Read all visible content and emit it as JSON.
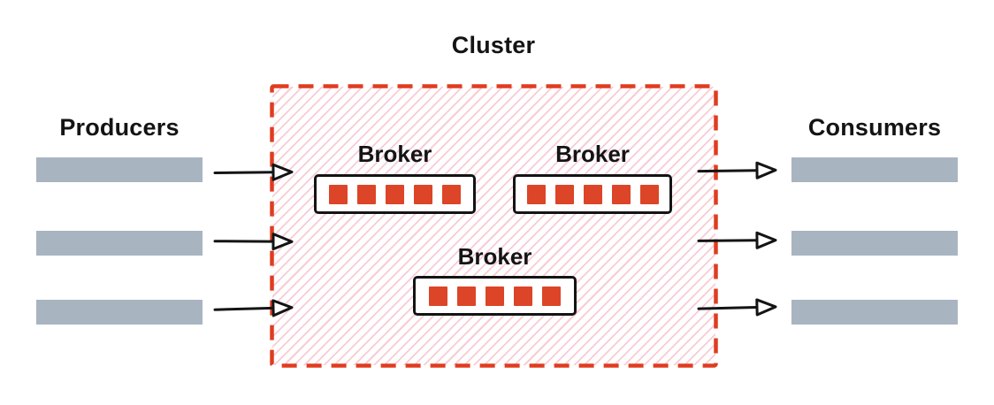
{
  "diagram": {
    "title": "Cluster",
    "left_label": "Producers",
    "right_label": "Consumers",
    "producer_count": 3,
    "consumer_count": 3,
    "brokers": [
      {
        "label": "Broker",
        "partitions": 5
      },
      {
        "label": "Broker",
        "partitions": 5
      },
      {
        "label": "Broker",
        "partitions": 5
      }
    ],
    "icons": {
      "flow_arrow": "right-arrow-open-head"
    },
    "colors": {
      "cluster_border": "#e03c20",
      "hatch_pink": "#f7c3cc",
      "partition_red": "#dc4527",
      "bar_gray": "#a9b4c1",
      "text_black": "#141414"
    }
  }
}
